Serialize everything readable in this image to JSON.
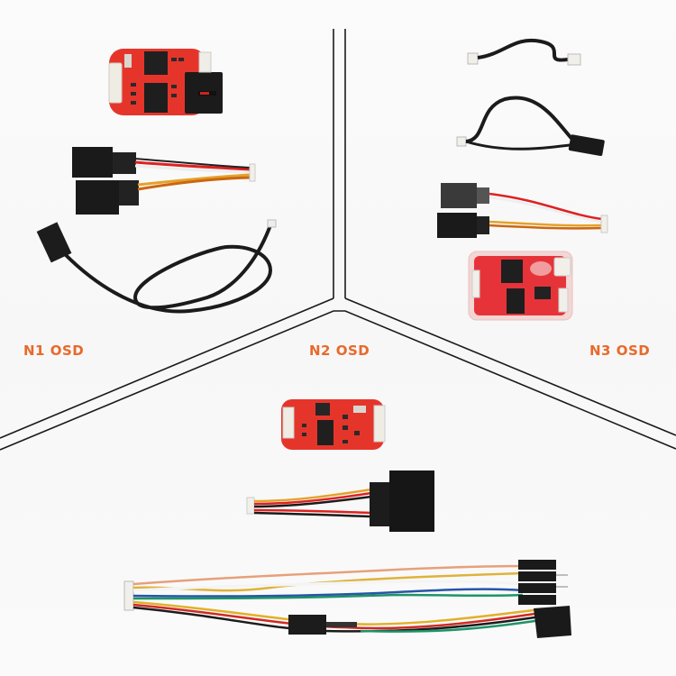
{
  "image": {
    "description": "Product comparison photo of three OSD (on-screen display) modules with their cables, separated by black divider lines",
    "background": "#f8f8f8"
  },
  "sections": [
    {
      "id": "n1",
      "label": "N1 OSD",
      "label_color": "#e8692a",
      "items": [
        "red OSD circuit board with black connector",
        "Y servo cable with two black plugs",
        "black 4-wire cable with black plug"
      ]
    },
    {
      "id": "n2",
      "label": "N2 OSD",
      "label_color": "#e8692a",
      "items": [
        "red OSD circuit board",
        "Y servo cable with two black plugs",
        "multi-color wire harness with dupont and black plugs"
      ]
    },
    {
      "id": "n3",
      "label": "N3 OSD",
      "label_color": "#e8692a",
      "items": [
        "black short cable",
        "black cable with black plug",
        "Y servo cable",
        "red OSD circuit board with clear case"
      ]
    }
  ],
  "colors": {
    "label": "#e8692a",
    "divider": "#1a1a1a",
    "pcb_red": "#e5322a",
    "connector_black": "#1c1c1c",
    "connector_white": "#f1efe9"
  }
}
